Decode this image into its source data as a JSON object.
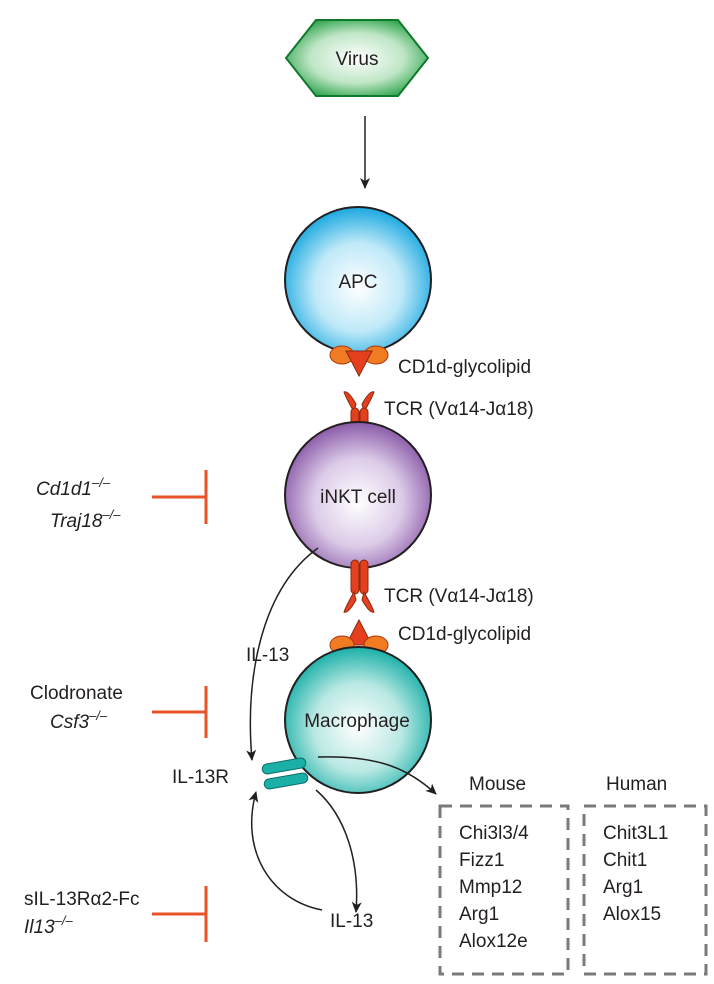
{
  "title": "",
  "nodes": {
    "virus": "Virus",
    "apc": "APC",
    "inkt": "iNKT cell",
    "macrophage": "Macrophage"
  },
  "receptors": {
    "cd1d_top": "CD1d-glycolipid",
    "tcr_top": "TCR (Vα14-Jα18)",
    "tcr_bottom": "TCR (Vα14-Jα18)",
    "cd1d_bottom": "CD1d-glycolipid"
  },
  "cytokines": {
    "il13_upper": "IL-13",
    "il13r": "IL-13R",
    "il13_lower": "IL-13"
  },
  "inhibitors": [
    {
      "line1": "Cd1d1",
      "line1_sup": "–/–",
      "line2": "Traj18",
      "line2_sup": "–/–"
    },
    {
      "line1": "Clodronate",
      "line1_sup": "",
      "line2": "Csf3",
      "line2_sup": "–/–"
    },
    {
      "line1": "sIL-13Rα2-Fc",
      "line1_sup": "",
      "line2": "Il13",
      "line2_sup": "–/–"
    }
  ],
  "gene_boxes": {
    "mouse": {
      "header": "Mouse",
      "genes": [
        "Chi3l3/4",
        "Fizz1",
        "Mmp12",
        "Arg1",
        "Alox12e"
      ]
    },
    "human": {
      "header": "Human",
      "genes": [
        "Chit3L1",
        "Chit1",
        "Arg1",
        "Alox15"
      ]
    }
  },
  "colors": {
    "virus_green": "#1a9a3c",
    "apc_blue": "#1aa8e0",
    "inkt_purple": "#8a5aa8",
    "macrophage_teal": "#1ab0a8",
    "inhibitor_orange": "#e8532a",
    "cd1d_orange": "#f07b23",
    "tcr_red": "#e4401e"
  }
}
